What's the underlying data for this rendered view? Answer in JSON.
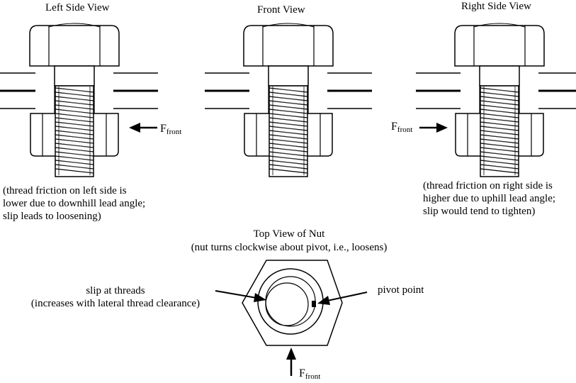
{
  "views": {
    "left_title": "Left Side View",
    "front_title": "Front View",
    "right_title": "Right Side View"
  },
  "notes": {
    "left": [
      "(thread friction on left side is",
      "lower due to downhill lead angle;",
      "slip leads to loosening)"
    ],
    "right": [
      "(thread friction on right side is",
      "higher due to uphill lead angle;",
      "slip would tend to tighten)"
    ]
  },
  "top_view": {
    "title": "Top View of Nut",
    "subtitle": "(nut turns clockwise about pivot, i.e., loosens)",
    "slip_label": [
      "slip at threads",
      "(increases with lateral thread clearance)"
    ],
    "pivot_label": "pivot point"
  },
  "force": {
    "symbol": "F",
    "subscript": "front"
  }
}
